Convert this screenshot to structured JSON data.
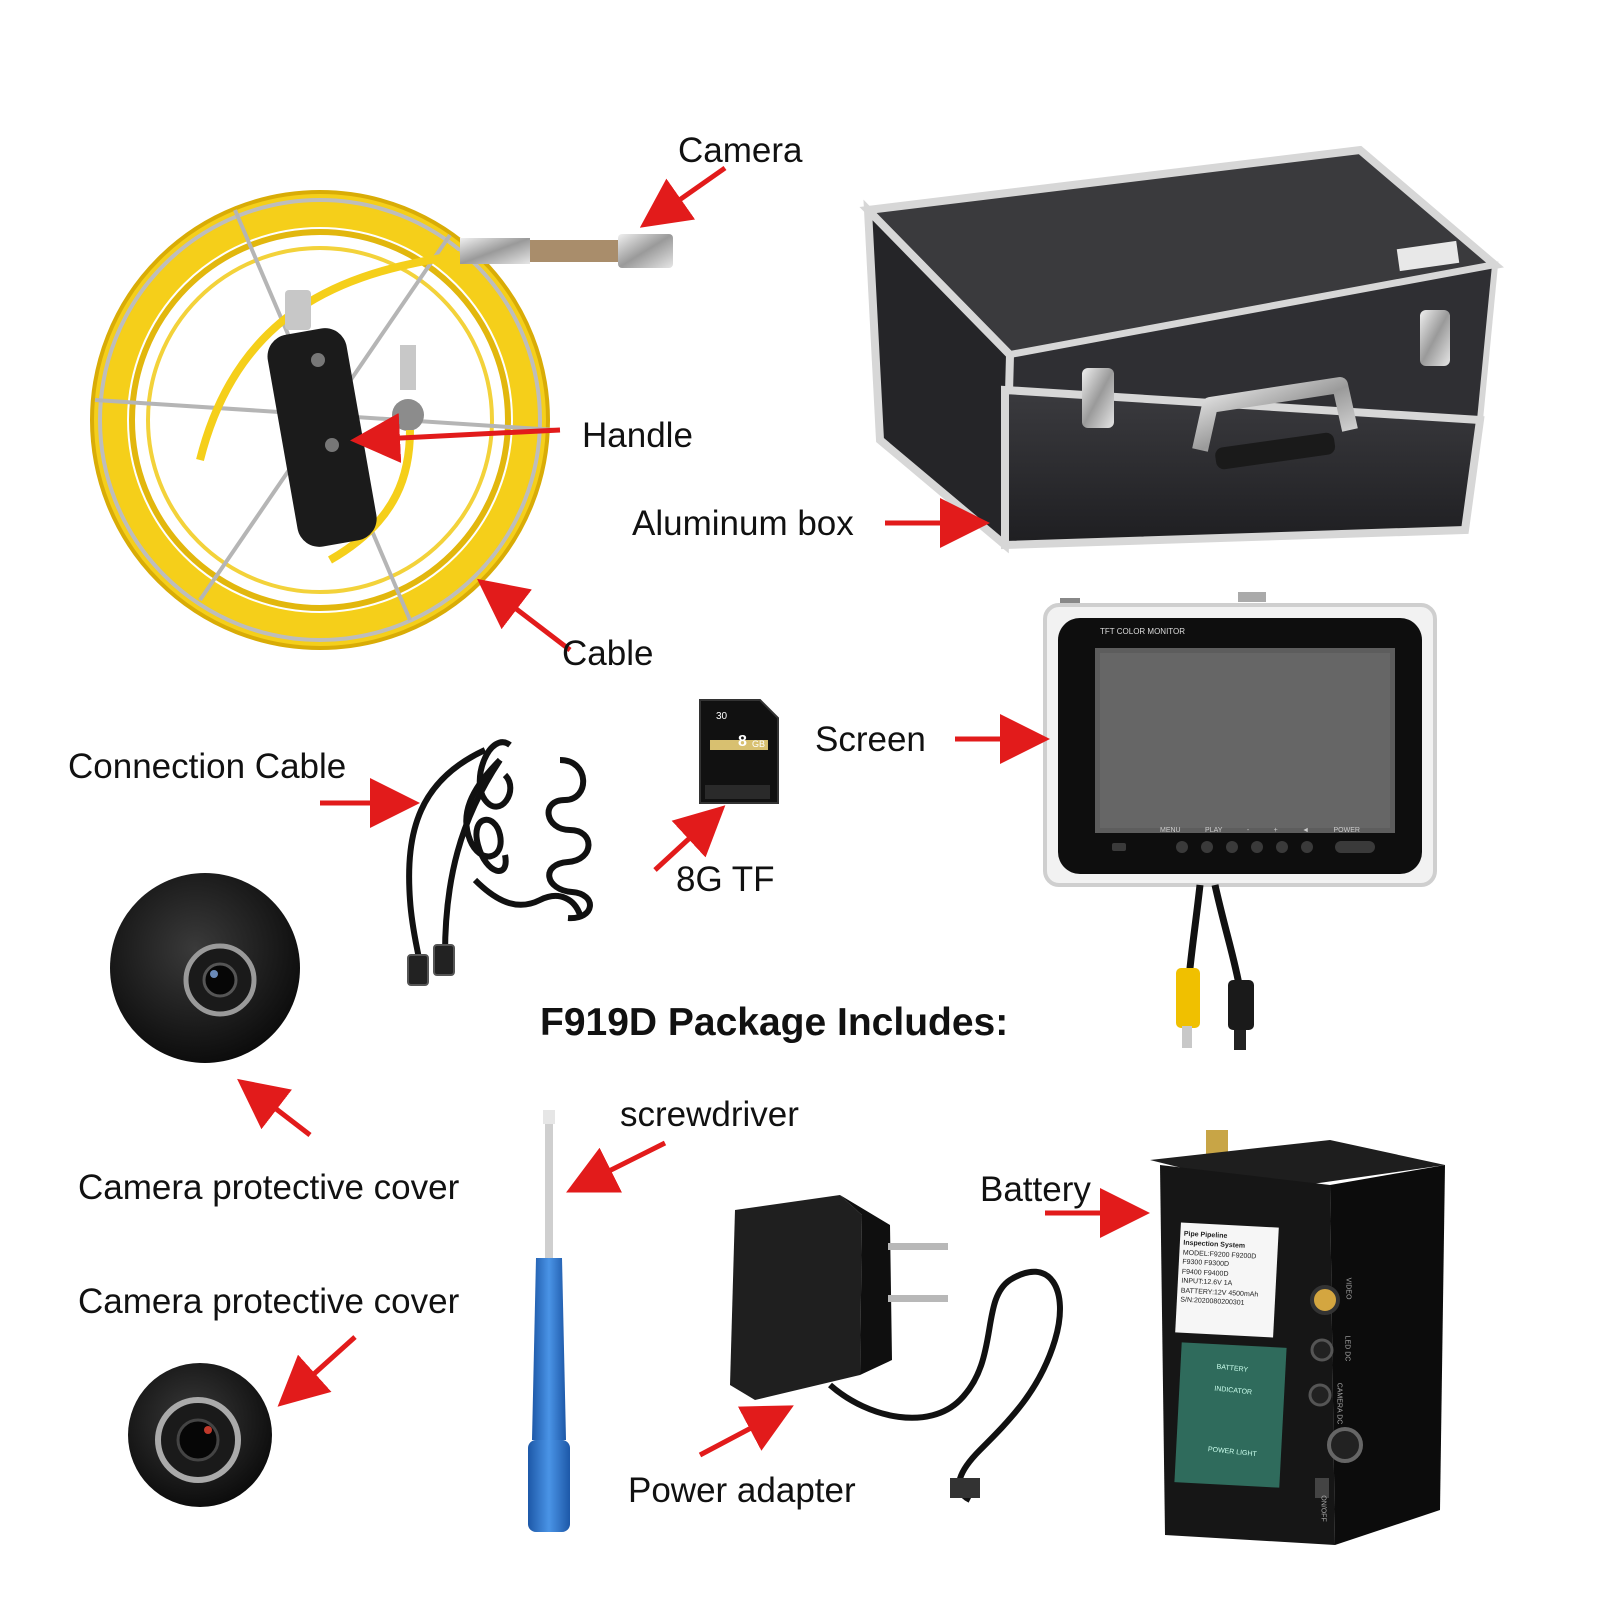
{
  "title": "F919D Package Includes:",
  "labels": {
    "camera": "Camera",
    "handle": "Handle",
    "aluminum_box": "Aluminum box",
    "cable": "Cable",
    "screen": "Screen",
    "connection_cable": "Connection Cable",
    "tf_card": "8G TF",
    "camera_cover_1": "Camera protective cover",
    "camera_cover_2": "Camera protective cover",
    "screwdriver": "screwdriver",
    "battery": "Battery",
    "power_adapter": "Power adapter"
  },
  "sd_card": {
    "speed": "30",
    "capacity": "8",
    "unit": "GB"
  },
  "monitor": {
    "brand": "TFT COLOR MONITOR",
    "buttons": [
      "MENU",
      "PLAY",
      "-",
      "+",
      "◄",
      "POWER"
    ]
  },
  "battery_box": {
    "label_lines": [
      "Pipe Pipeline",
      "Inspection System",
      "MODEL:F9200 F9200D",
      "F9300 F9300D",
      "F9400 F9400D",
      "INPUT:12.6V 1A",
      "BATTERY:12V 4500mAh",
      "S/N:2020080200301"
    ],
    "panel": [
      "BATTERY",
      "INDICATOR",
      "POWER LIGHT"
    ],
    "ports": [
      "VIDEO",
      "LED DC",
      "CAMERA DC",
      "ON/OFF"
    ]
  },
  "colors": {
    "arrow": "#e21b1b",
    "cable": "#f5cf1a",
    "case": "#2b2b2e",
    "screwdriver": "#2f78c8",
    "panel": "#2f6b5c"
  }
}
